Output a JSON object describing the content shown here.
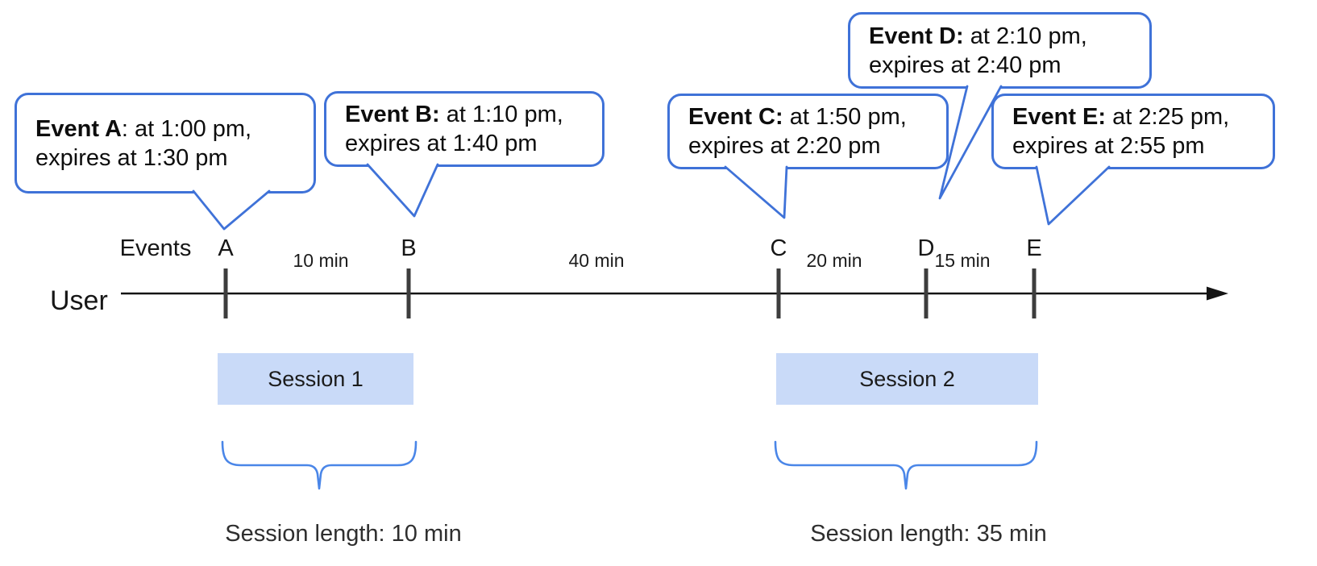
{
  "colors": {
    "bubble_border": "#3f72d8",
    "brace_blue": "#4a86e8",
    "session_fill": "#c9daf8",
    "tick_gray": "#3d3d3d",
    "axis_black": "#141414"
  },
  "axis": {
    "events_label": "Events",
    "user_label": "User"
  },
  "events": [
    {
      "label": "A",
      "bubble": {
        "bold": "Event A",
        "rest": ": at 1:00 pm,",
        "line2": "expires at 1:30 pm"
      }
    },
    {
      "label": "B",
      "bubble": {
        "bold": "Event B:",
        "rest": " at 1:10 pm,",
        "line2": "expires at 1:40 pm"
      }
    },
    {
      "label": "C",
      "bubble": {
        "bold": "Event C:",
        "rest": " at 1:50 pm,",
        "line2": "expires at 2:20 pm"
      }
    },
    {
      "label": "D",
      "bubble": {
        "bold": "Event D:",
        "rest": " at 2:10 pm,",
        "line2": "expires at 2:40 pm"
      }
    },
    {
      "label": "E",
      "bubble": {
        "bold": "Event E:",
        "rest": " at 2:25 pm,",
        "line2": "expires at 2:55 pm"
      }
    }
  ],
  "intervals": [
    {
      "label": "10 min"
    },
    {
      "label": "40 min"
    },
    {
      "label": "20 min"
    },
    {
      "label": "15 min"
    }
  ],
  "sessions": [
    {
      "label": "Session 1",
      "length": "Session length: 10 min"
    },
    {
      "label": "Session 2",
      "length": "Session length: 35 min"
    }
  ]
}
